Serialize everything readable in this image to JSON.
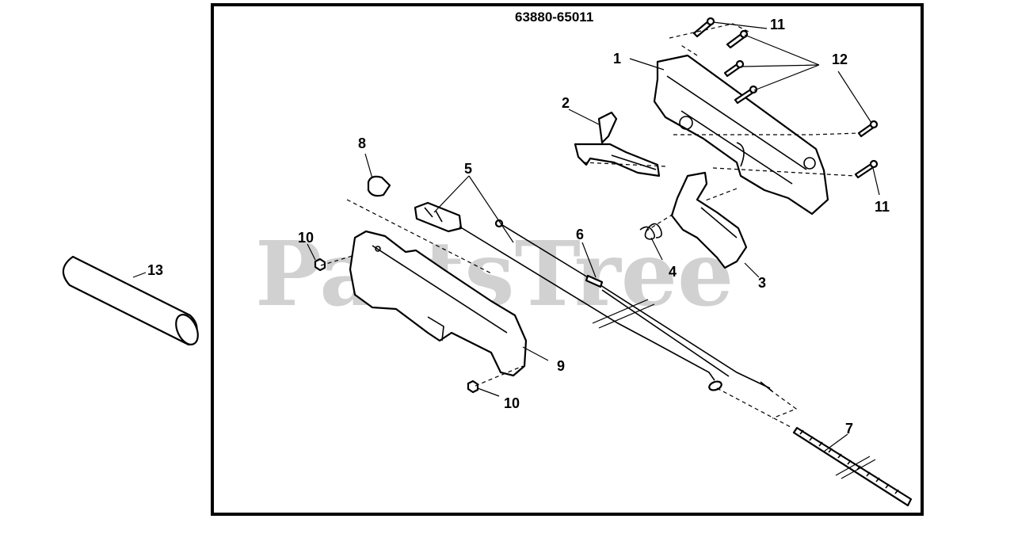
{
  "diagram": {
    "part_number": "63880-65011",
    "watermark": "PartsTree",
    "callouts": {
      "c1": "1",
      "c2": "2",
      "c3": "3",
      "c4": "4",
      "c5": "5",
      "c6": "6",
      "c7": "7",
      "c8": "8",
      "c9": "9",
      "c10a": "10",
      "c10b": "10",
      "c11a": "11",
      "c11b": "11",
      "c12": "12",
      "c13": "13"
    }
  }
}
